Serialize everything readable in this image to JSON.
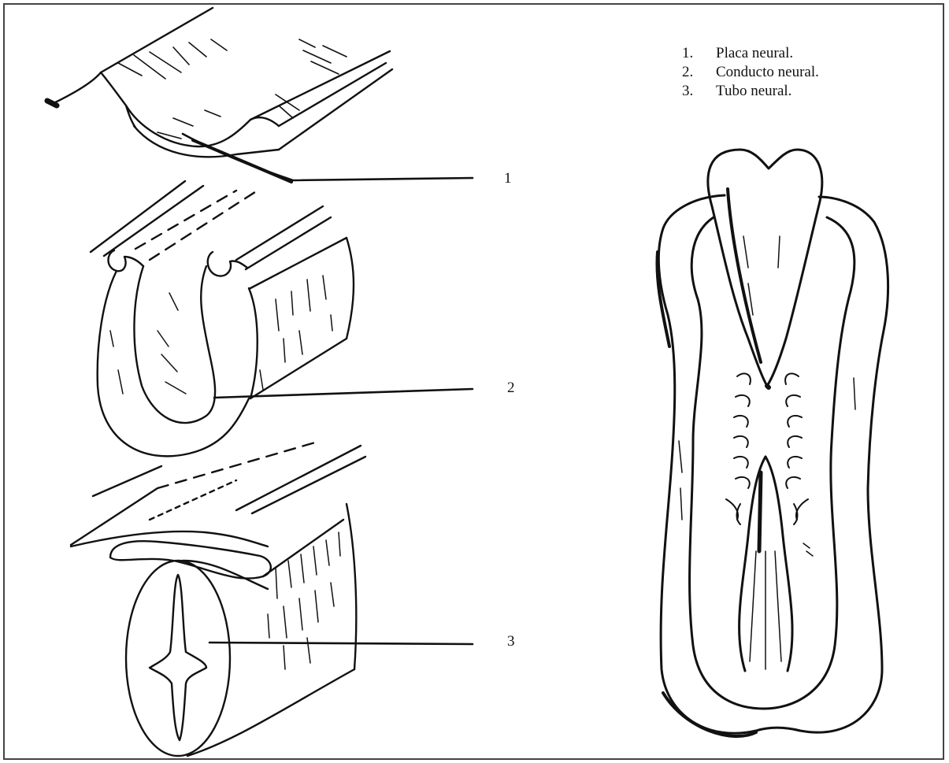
{
  "legend": {
    "items": [
      {
        "number": "1.",
        "label": "Placa neural."
      },
      {
        "number": "2.",
        "label": "Conducto neural."
      },
      {
        "number": "3.",
        "label": "Tubo neural."
      }
    ]
  },
  "callouts": [
    {
      "number": "1"
    },
    {
      "number": "2"
    },
    {
      "number": "3"
    }
  ],
  "colors": {
    "ink": "#111111",
    "frame": "#444444",
    "background": "#ffffff"
  }
}
